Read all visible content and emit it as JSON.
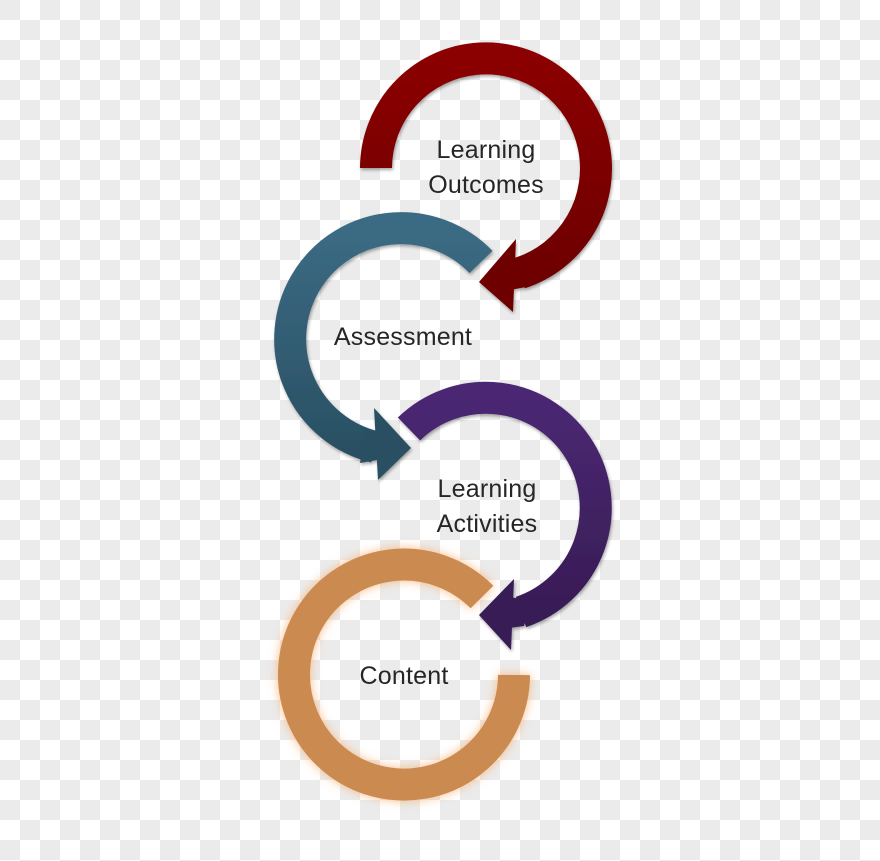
{
  "diagram": {
    "type": "cyclic-arrow-flow",
    "stages": [
      {
        "id": "learning-outcomes",
        "lines": [
          "Learning",
          "Outcomes"
        ],
        "color": "#8b0000",
        "color_dark": "#6e0000"
      },
      {
        "id": "assessment",
        "lines": [
          "Assessment"
        ],
        "color": "#3a6a82",
        "color_dark": "#2b5166"
      },
      {
        "id": "learning-activities",
        "lines": [
          "Learning",
          "Activities"
        ],
        "color": "#4a2870",
        "color_dark": "#3a1e58"
      },
      {
        "id": "content",
        "lines": [
          "Content"
        ],
        "color": "#cb8a4f",
        "glow": "#f6b47c"
      }
    ],
    "flow": [
      {
        "from": "learning-outcomes",
        "to": "assessment"
      },
      {
        "from": "assessment",
        "to": "learning-activities"
      },
      {
        "from": "learning-activities",
        "to": "content"
      }
    ]
  }
}
